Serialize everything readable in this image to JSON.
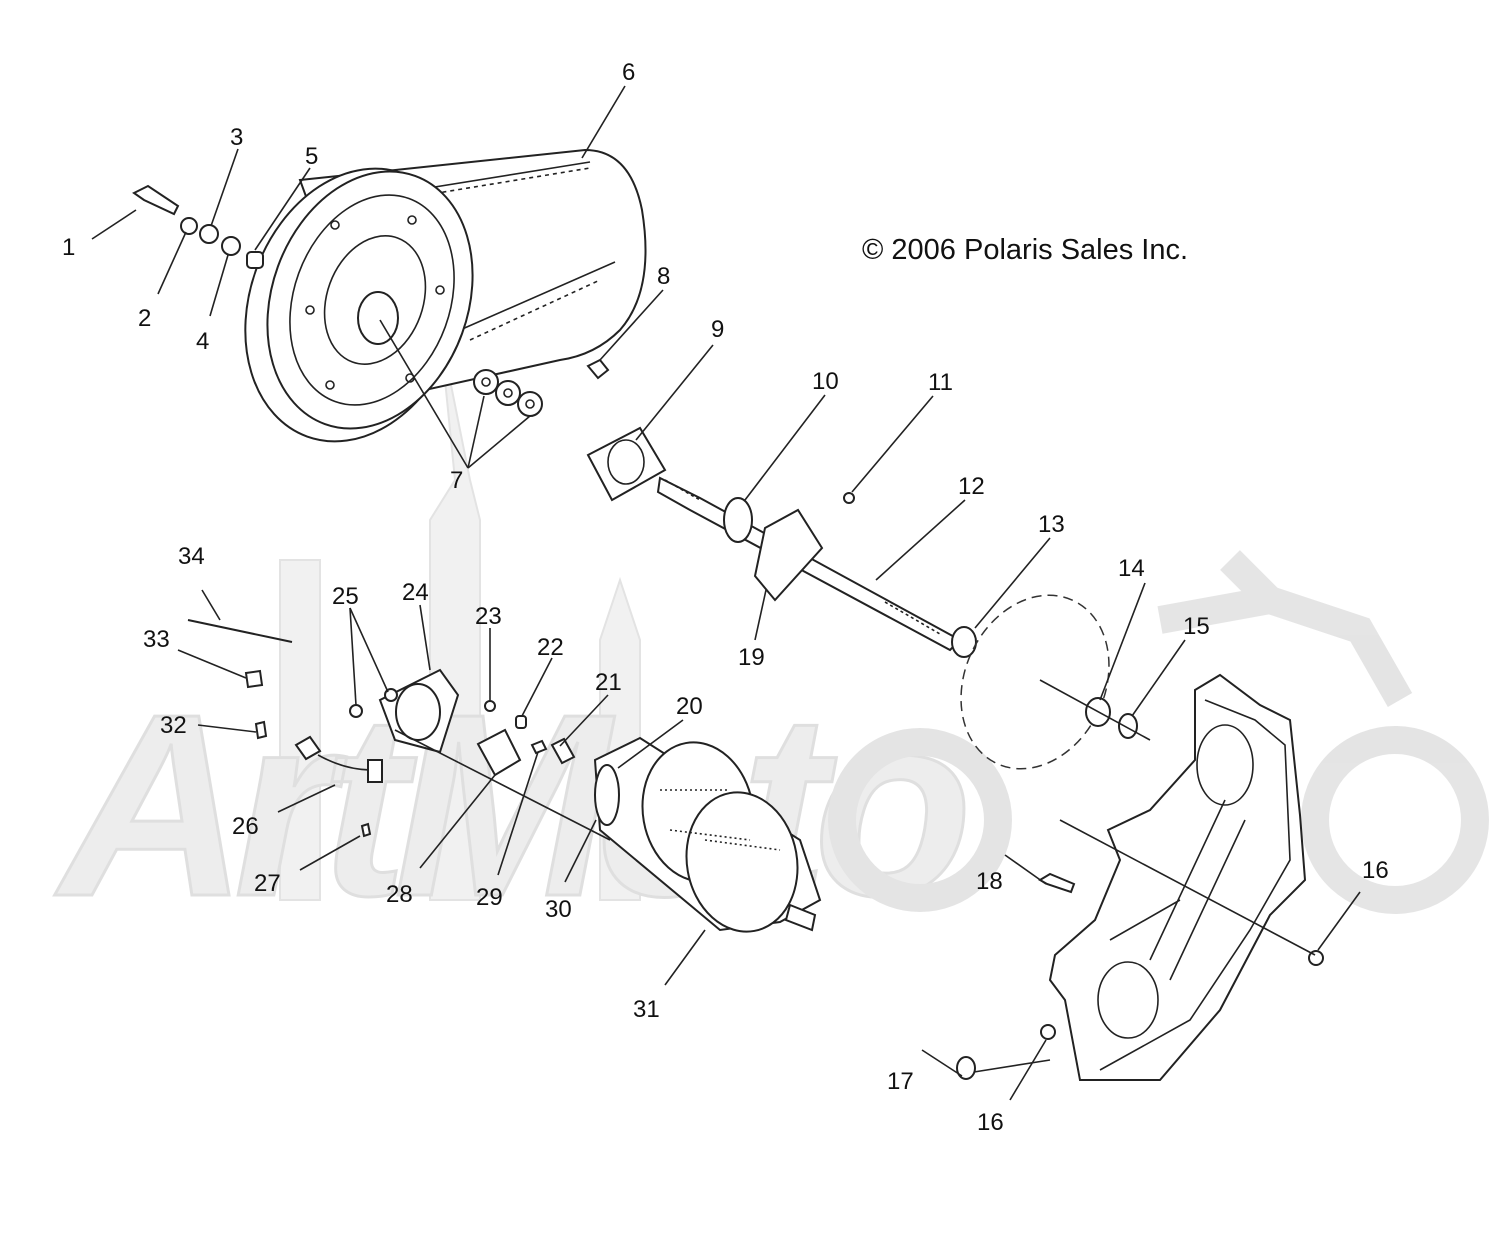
{
  "copyright": "© 2006 Polaris Sales Inc.",
  "watermark": "ArtMoto",
  "callouts": [
    "1",
    "2",
    "3",
    "4",
    "5",
    "6",
    "7",
    "8",
    "9",
    "10",
    "11",
    "12",
    "13",
    "14",
    "15",
    "16",
    "16",
    "17",
    "18",
    "19",
    "20",
    "21",
    "22",
    "23",
    "24",
    "25",
    "26",
    "27",
    "28",
    "29",
    "30",
    "31",
    "32",
    "33",
    "34"
  ]
}
